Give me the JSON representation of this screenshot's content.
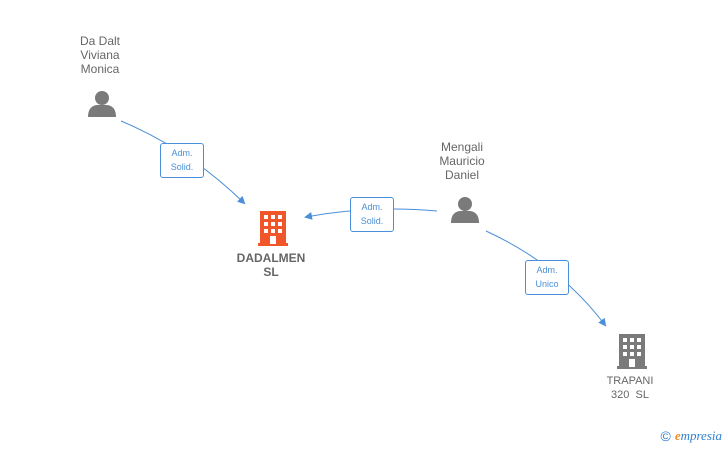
{
  "persons": [
    {
      "name_lines": [
        "Da Dalt",
        "Viviana",
        "Monica"
      ]
    },
    {
      "name_lines": [
        "Mengali",
        "Mauricio",
        "Daniel"
      ]
    }
  ],
  "companies": [
    {
      "name_lines": [
        "DADALMEN",
        "SL"
      ],
      "color": "#f0562a"
    },
    {
      "name_lines": [
        "TRAPANI",
        "320  SL"
      ],
      "color": "#7a7a7a"
    }
  ],
  "edges": [
    {
      "label_lines": [
        "Adm.",
        "Solid."
      ]
    },
    {
      "label_lines": [
        "Adm.",
        "Solid."
      ]
    },
    {
      "label_lines": [
        "Adm.",
        "Unico"
      ]
    }
  ],
  "colors": {
    "edge": "#4a8fd9",
    "person_icon": "#7a7a7a"
  },
  "footer": {
    "copyright": "©",
    "brand_initial": "e",
    "brand_rest": "mpresia"
  }
}
